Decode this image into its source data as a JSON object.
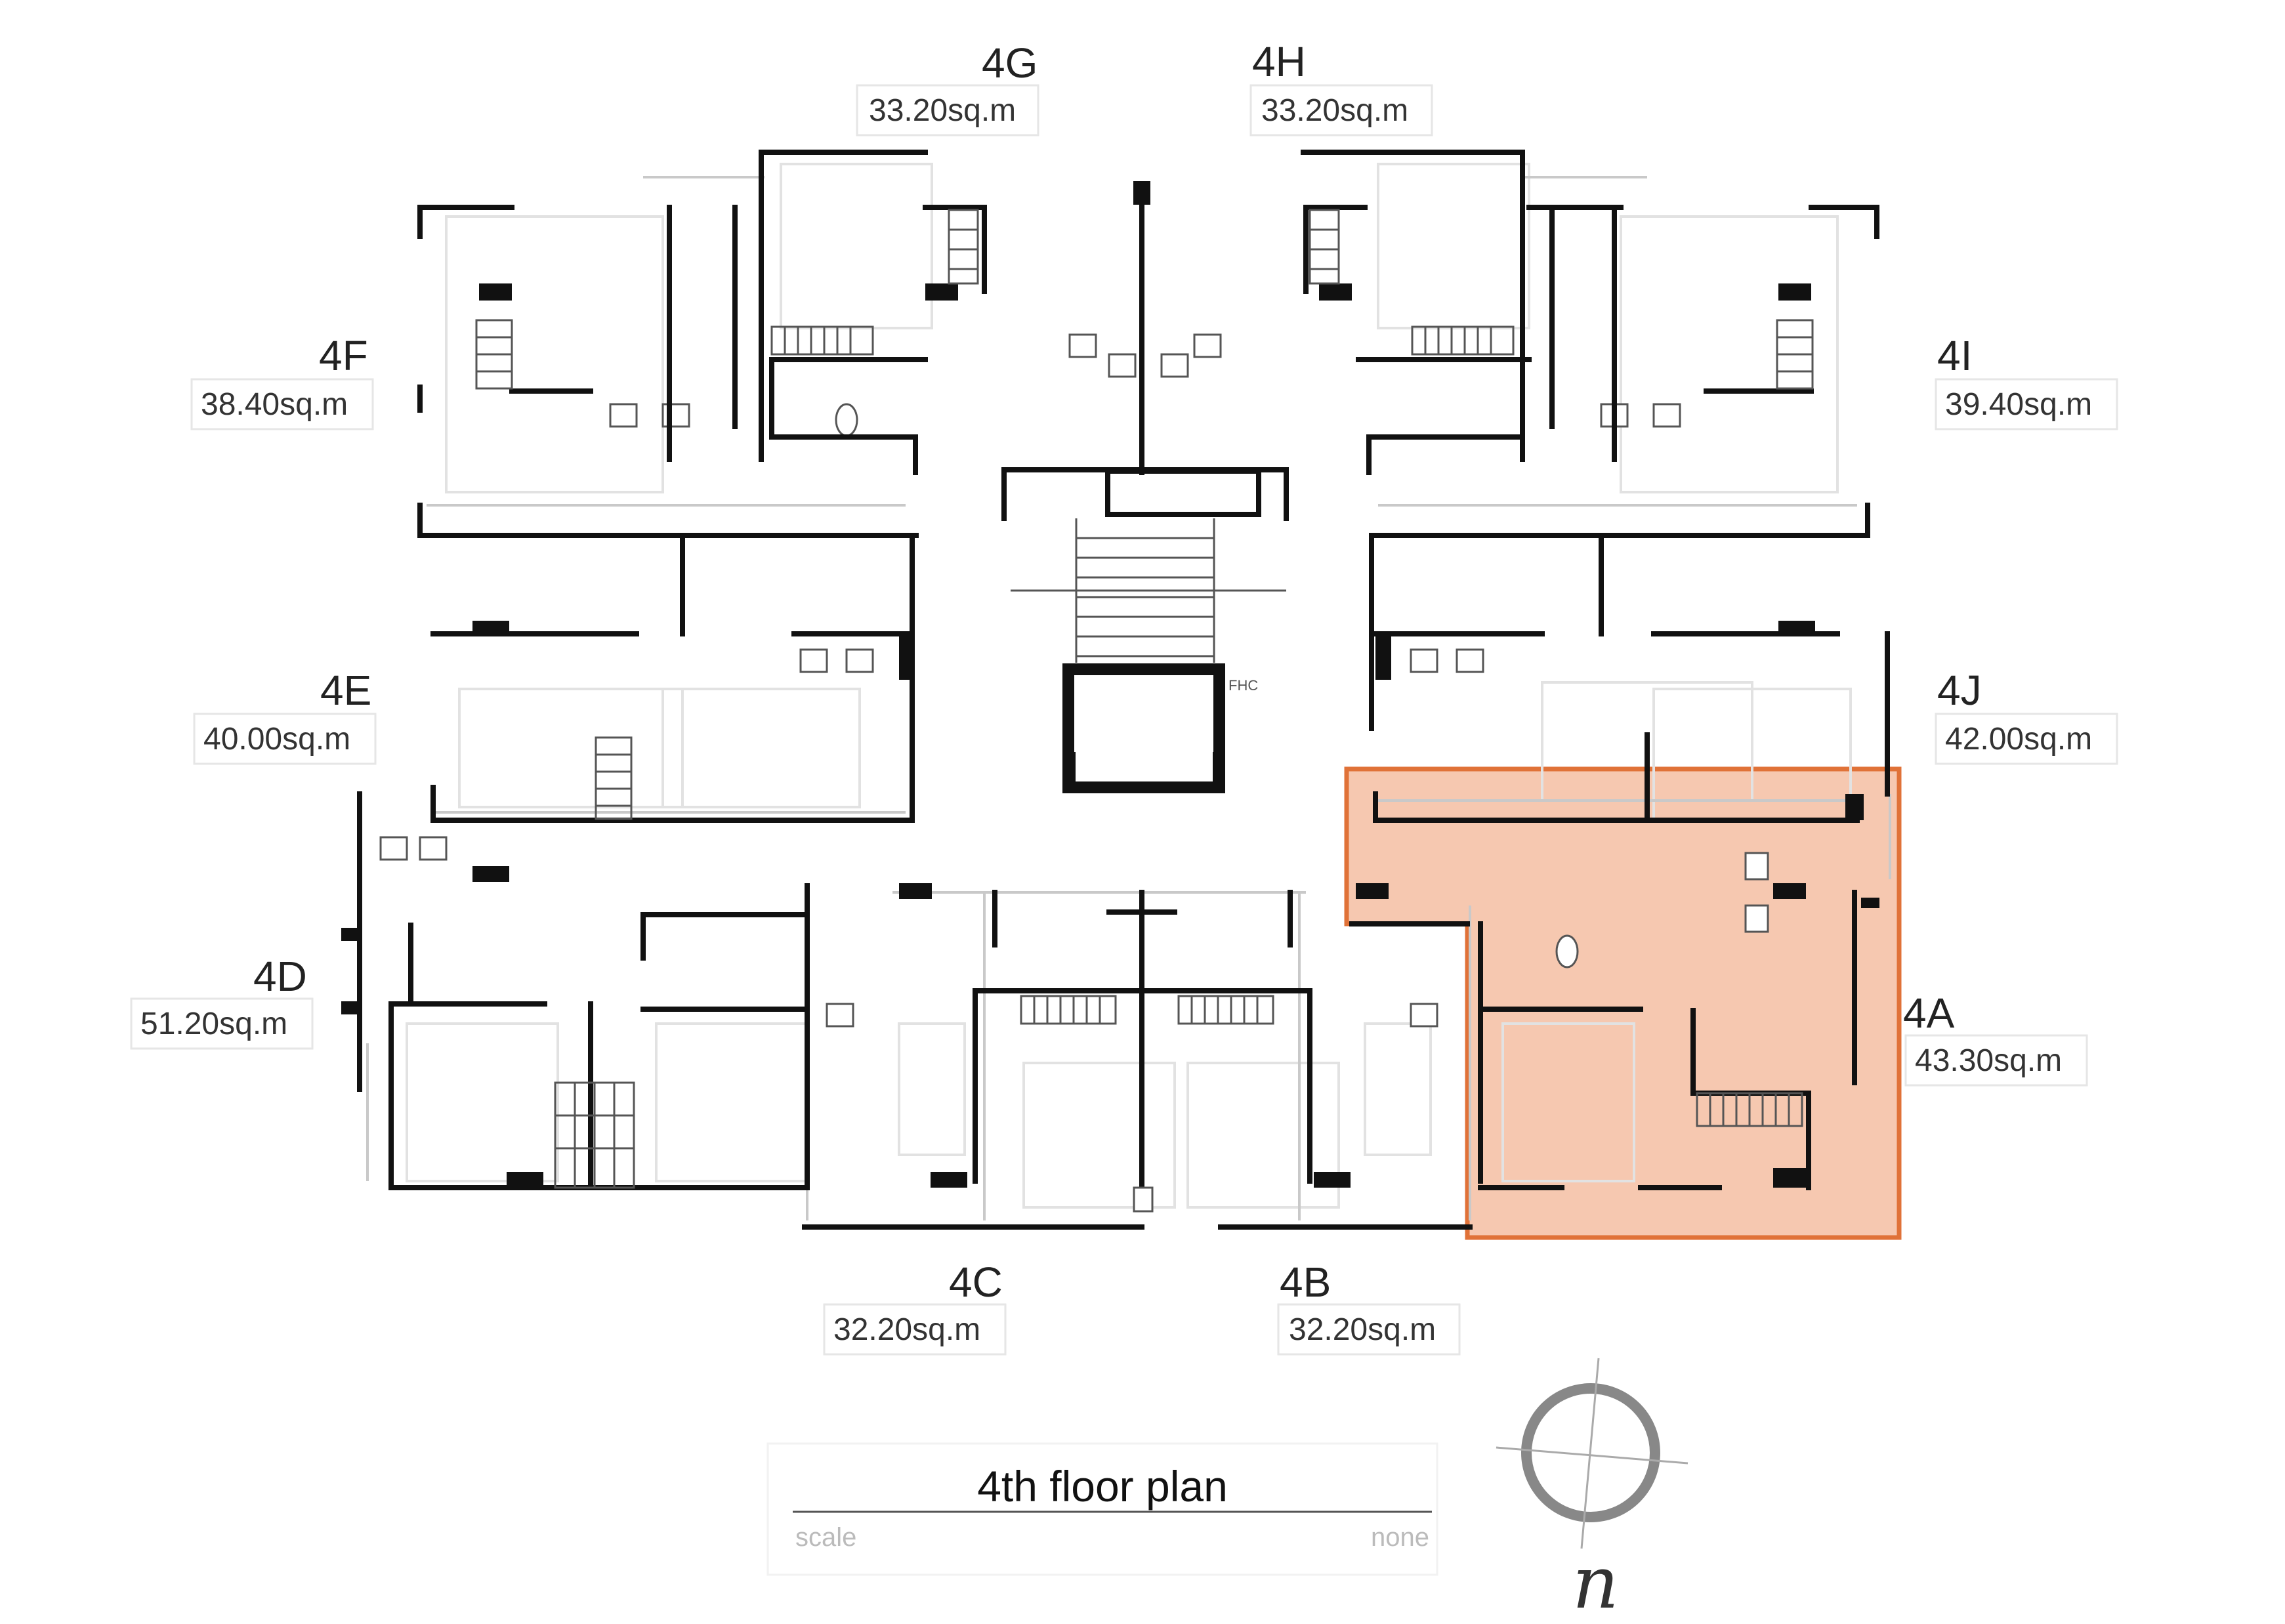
{
  "plan": {
    "title": "4th floor plan",
    "scale_label": "scale",
    "scale_value": "none",
    "north_label": "n",
    "core_label": "FHC",
    "highlight_color": "#f6c8b0",
    "highlight_border": "#e07238",
    "highlighted_unit": "4A"
  },
  "units": [
    {
      "name": "4G",
      "area": "33.20sq.m"
    },
    {
      "name": "4H",
      "area": "33.20sq.m"
    },
    {
      "name": "4F",
      "area": "38.40sq.m"
    },
    {
      "name": "4I",
      "area": "39.40sq.m"
    },
    {
      "name": "4E",
      "area": "40.00sq.m"
    },
    {
      "name": "4J",
      "area": "42.00sq.m"
    },
    {
      "name": "4D",
      "area": "51.20sq.m"
    },
    {
      "name": "4A",
      "area": "43.30sq.m"
    },
    {
      "name": "4C",
      "area": "32.20sq.m"
    },
    {
      "name": "4B",
      "area": "32.20sq.m"
    }
  ]
}
